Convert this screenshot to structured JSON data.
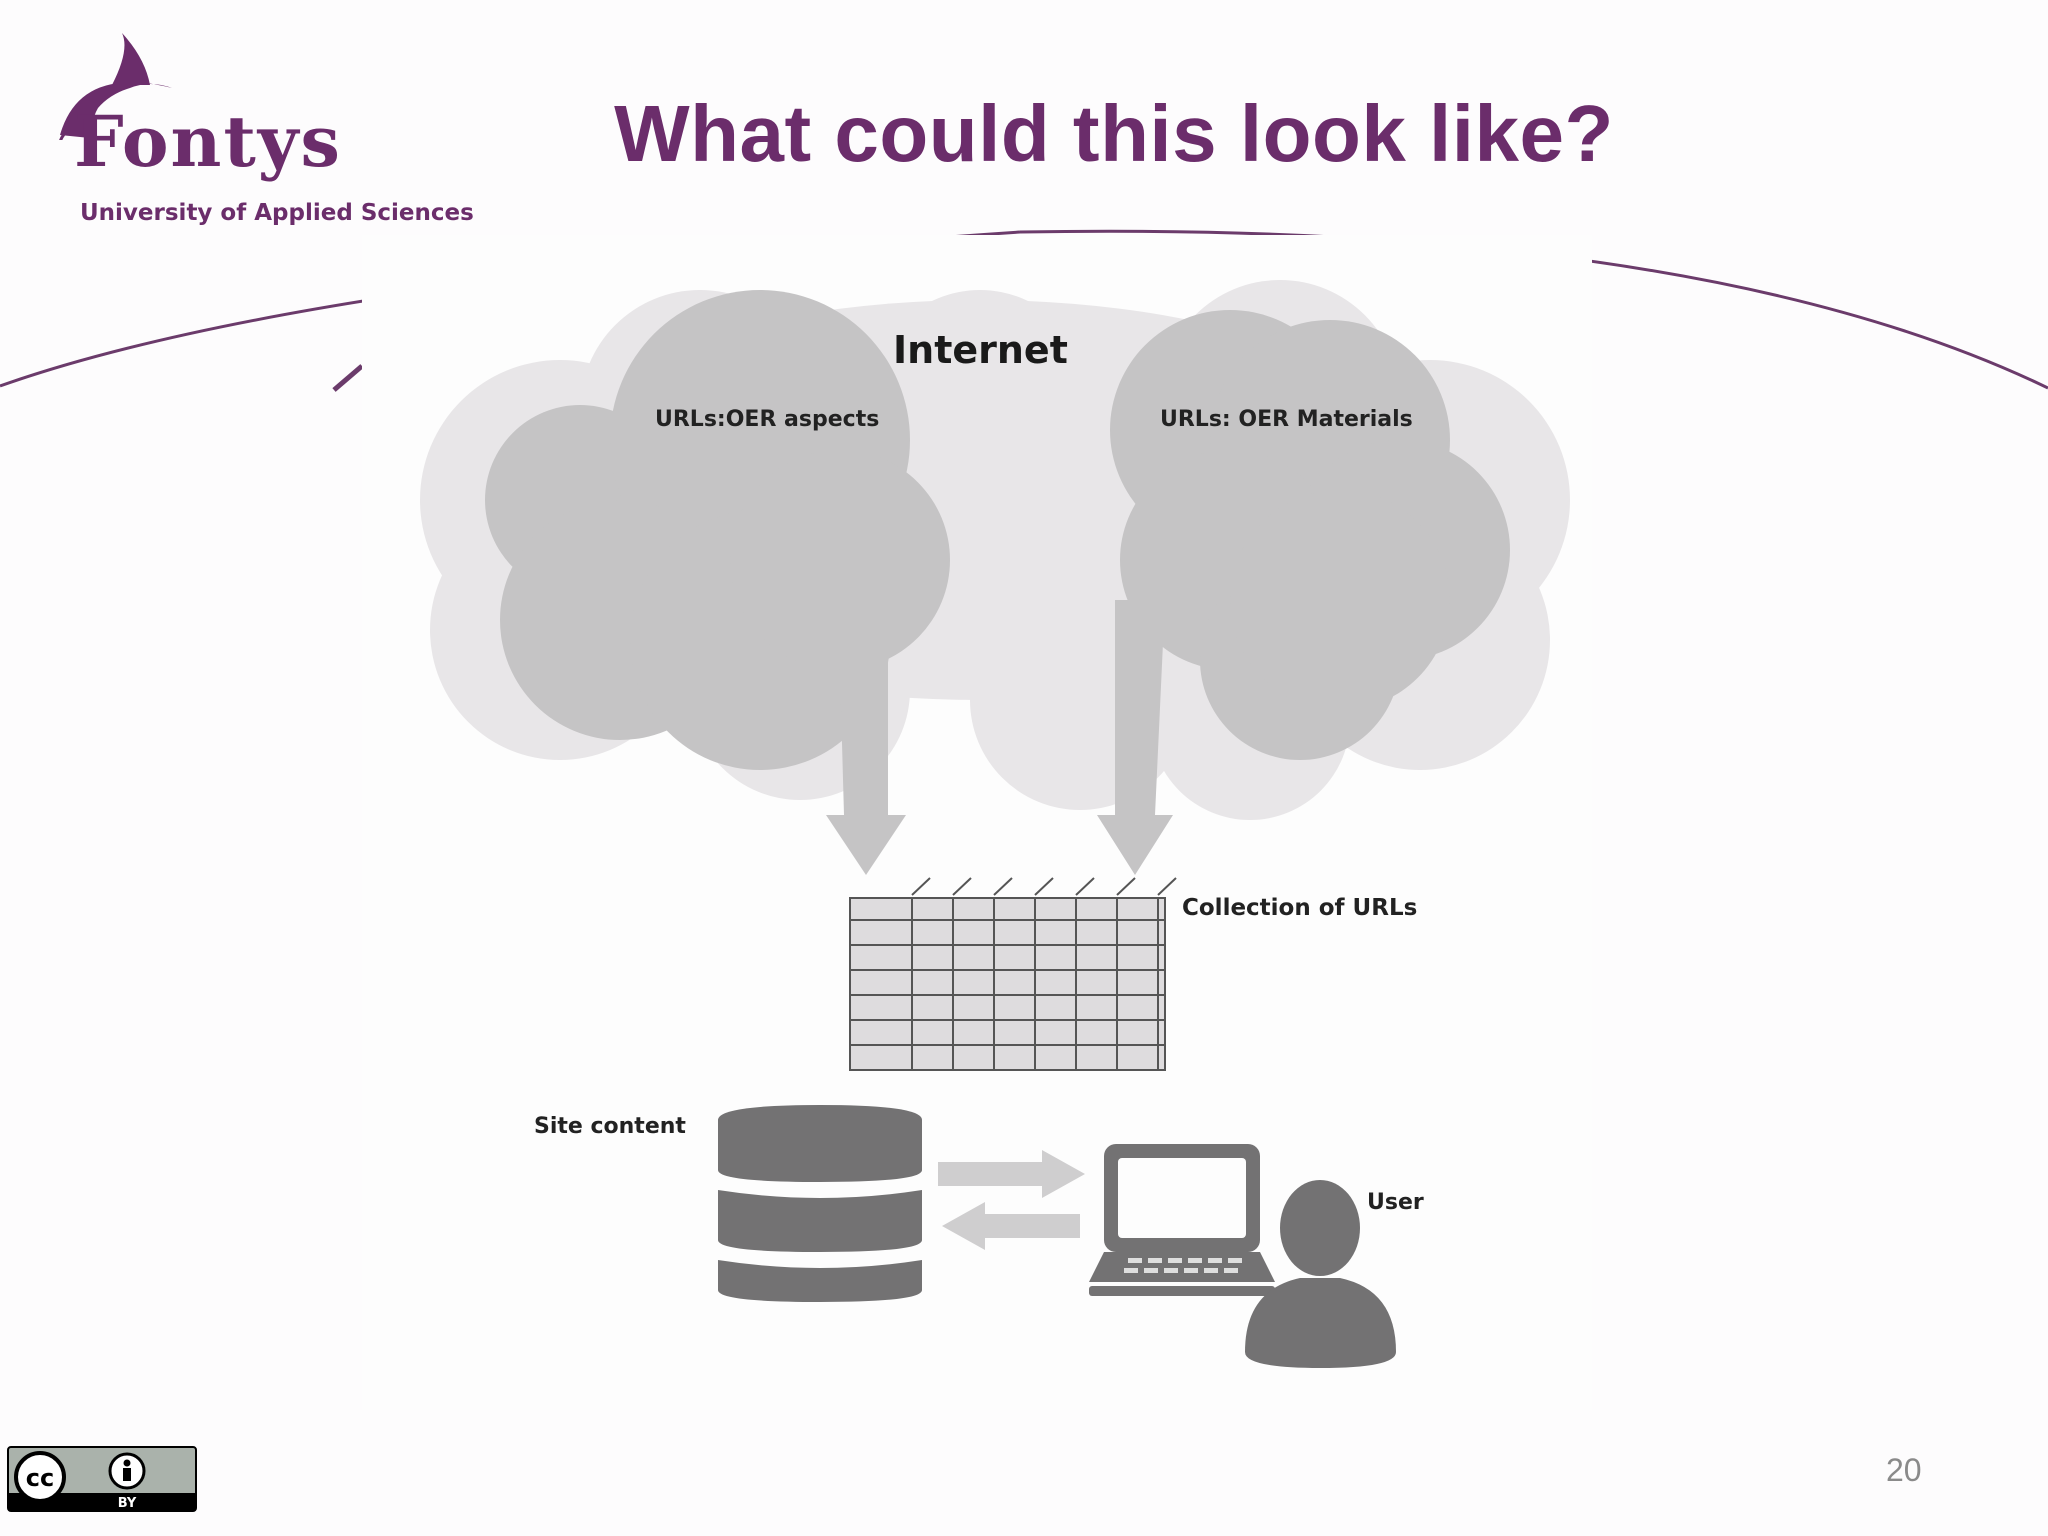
{
  "slide": {
    "title": "What could this look like?",
    "page_number": "20"
  },
  "logo": {
    "name": "Fontys",
    "subtitle": "University of Applied Sciences"
  },
  "diagram": {
    "internet_label": "Internet",
    "cloud_left_label": "URLs:OER aspects",
    "cloud_right_label": "URLs: OER Materials",
    "collection_label": "Collection of URLs",
    "site_content_label": "Site content",
    "user_label": "User"
  },
  "license": {
    "icon": "cc-by-icon",
    "text": "BY"
  },
  "colors": {
    "brand_purple": "#6b2d6b",
    "cloud_outer": "#e8e6e8",
    "cloud_inner": "#c4c3c4",
    "dark_gray": "#737273"
  }
}
